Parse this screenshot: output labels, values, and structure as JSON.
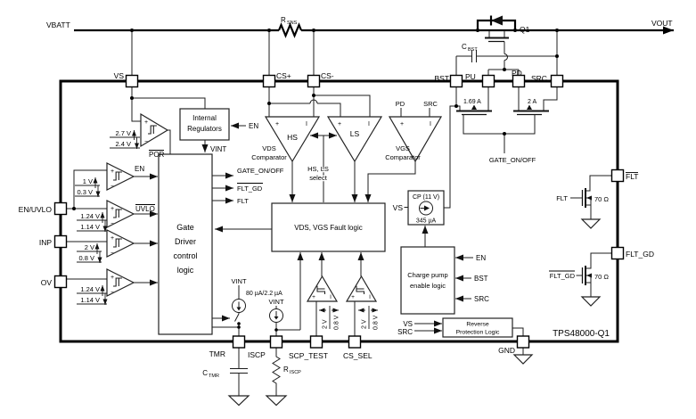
{
  "device_note": "Functional block diagram",
  "rail": {
    "vbatt": "VBATT",
    "vout": "VOUT",
    "q1": "Q1",
    "rsns": {
      "main": "R",
      "sub": "SNS"
    },
    "cbst": {
      "main": "C",
      "sub": "BST"
    }
  },
  "pins": {
    "vs": "VS",
    "cs_plus": "CS+",
    "cs_minus": "CS-",
    "bst": "BST",
    "pu": "PU",
    "pd": "PD",
    "src": "SRC",
    "flt": "FLT",
    "flt_gd": "FLT_GD",
    "en_uvlo": "EN/UVLO",
    "inp": "INP",
    "ov": "OV",
    "tmr": "TMR",
    "iscp": "ISCP",
    "scp_test": "SCP_TEST",
    "cs_sel": "CS_SEL",
    "gnd": "GND"
  },
  "blocks": {
    "internal_regulators": {
      "line1": "Internal",
      "line2": "Regulators"
    },
    "gate_driver": {
      "line1": "Gate",
      "line2": "Driver",
      "line3": "control",
      "line4": "logic"
    },
    "fault_logic": {
      "label": "VDS, VGS Fault logic"
    },
    "charge_pump": {
      "line1": "Charge pump",
      "line2": "enable logic"
    },
    "reverse_protection": {
      "line1": "Reverse",
      "line2": "Protection Logic"
    },
    "cp": {
      "title": "CP (11 V)",
      "current": "345 µA"
    }
  },
  "signals": {
    "en": "EN",
    "vint": "VINT",
    "gate_on_off": "GATE_ON/OFF",
    "flt": "FLT",
    "flt_gd": "FLT_GD",
    "pu_limit": "1.69 A",
    "pd_limit": "2 A",
    "tmr_current": "80 µA/2.2 µA",
    "r70": "70 Ω",
    "part": "TPS48000-Q1"
  },
  "cmp": {
    "por": {
      "label": "POR",
      "rise": "2.7 V",
      "fall": "2.4 V"
    },
    "en": {
      "label": "EN",
      "rise": "1 V",
      "fall": "0.3 V"
    },
    "uvlo": {
      "label": "UVLO",
      "rise": "1.24 V",
      "fall": "1.14 V"
    },
    "inp": {
      "rise": "2 V",
      "fall": "0.8 V"
    },
    "ov": {
      "rise": "1.24 V",
      "fall": "1.14 V"
    },
    "sc": {
      "rise": "2 V",
      "fall": "0.8 V"
    }
  },
  "vds": {
    "hs": "HS",
    "ls": "LS",
    "cap1": "VDS"
  },
  "vgs": {
    "cap1": "VGS"
  },
  "shared": {
    "comparator": "Comparator"
  },
  "select": {
    "l1": "HS, LS",
    "l2": "select"
  },
  "sym": {
    "plus": "+",
    "minus": "−",
    "i": "I"
  },
  "ext": {
    "ctmr": {
      "main": "C",
      "sub": "TMR"
    },
    "riscp": {
      "main": "R",
      "sub": "ISCP"
    }
  }
}
